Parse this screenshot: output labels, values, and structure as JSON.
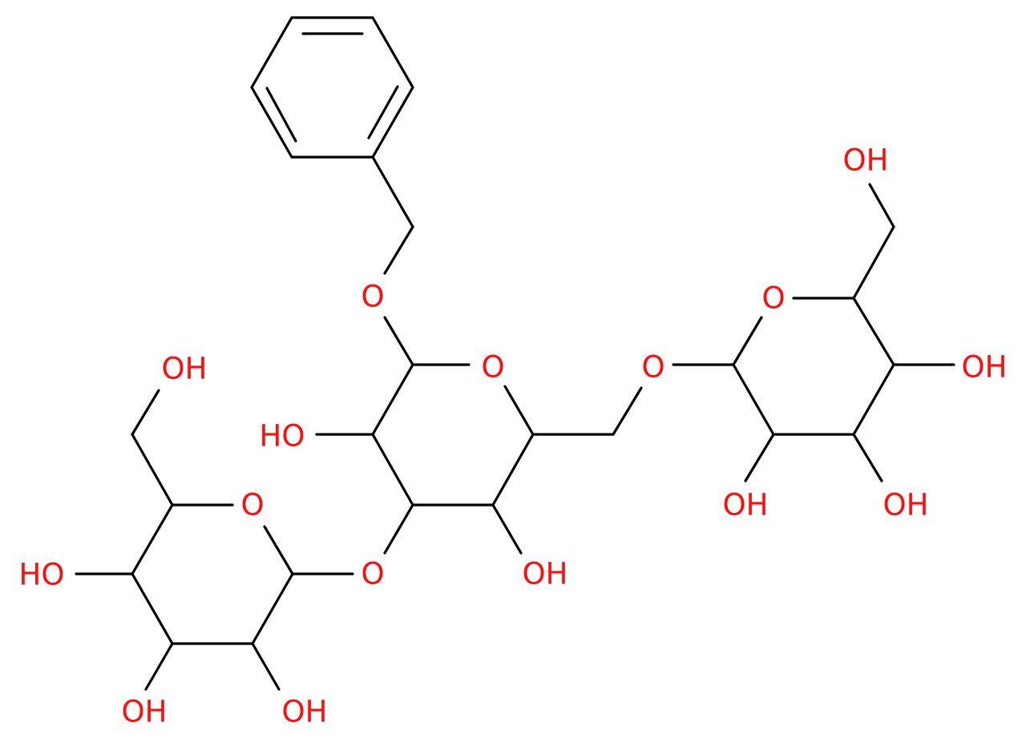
{
  "colors": {
    "bond": "#000000",
    "heteroatom": "#ff0d0d",
    "background": "#ffffff"
  },
  "atoms": {
    "o_benzyl": "O",
    "o_ring_center": "O",
    "ho_center_left": "HO",
    "oh_center_bottom": "OH",
    "o_glycosidic_left": "O",
    "o_glycosidic_right": "O",
    "o_ring_left": "O",
    "oh_left_ch2": "OH",
    "ho_left_c4": "HO",
    "oh_left_c3": "OH",
    "oh_left_c2": "OH",
    "o_ring_right": "O",
    "oh_right_ch2": "OH",
    "oh_right_c4": "OH",
    "oh_right_c3": "OH",
    "oh_right_c2": "OH"
  }
}
